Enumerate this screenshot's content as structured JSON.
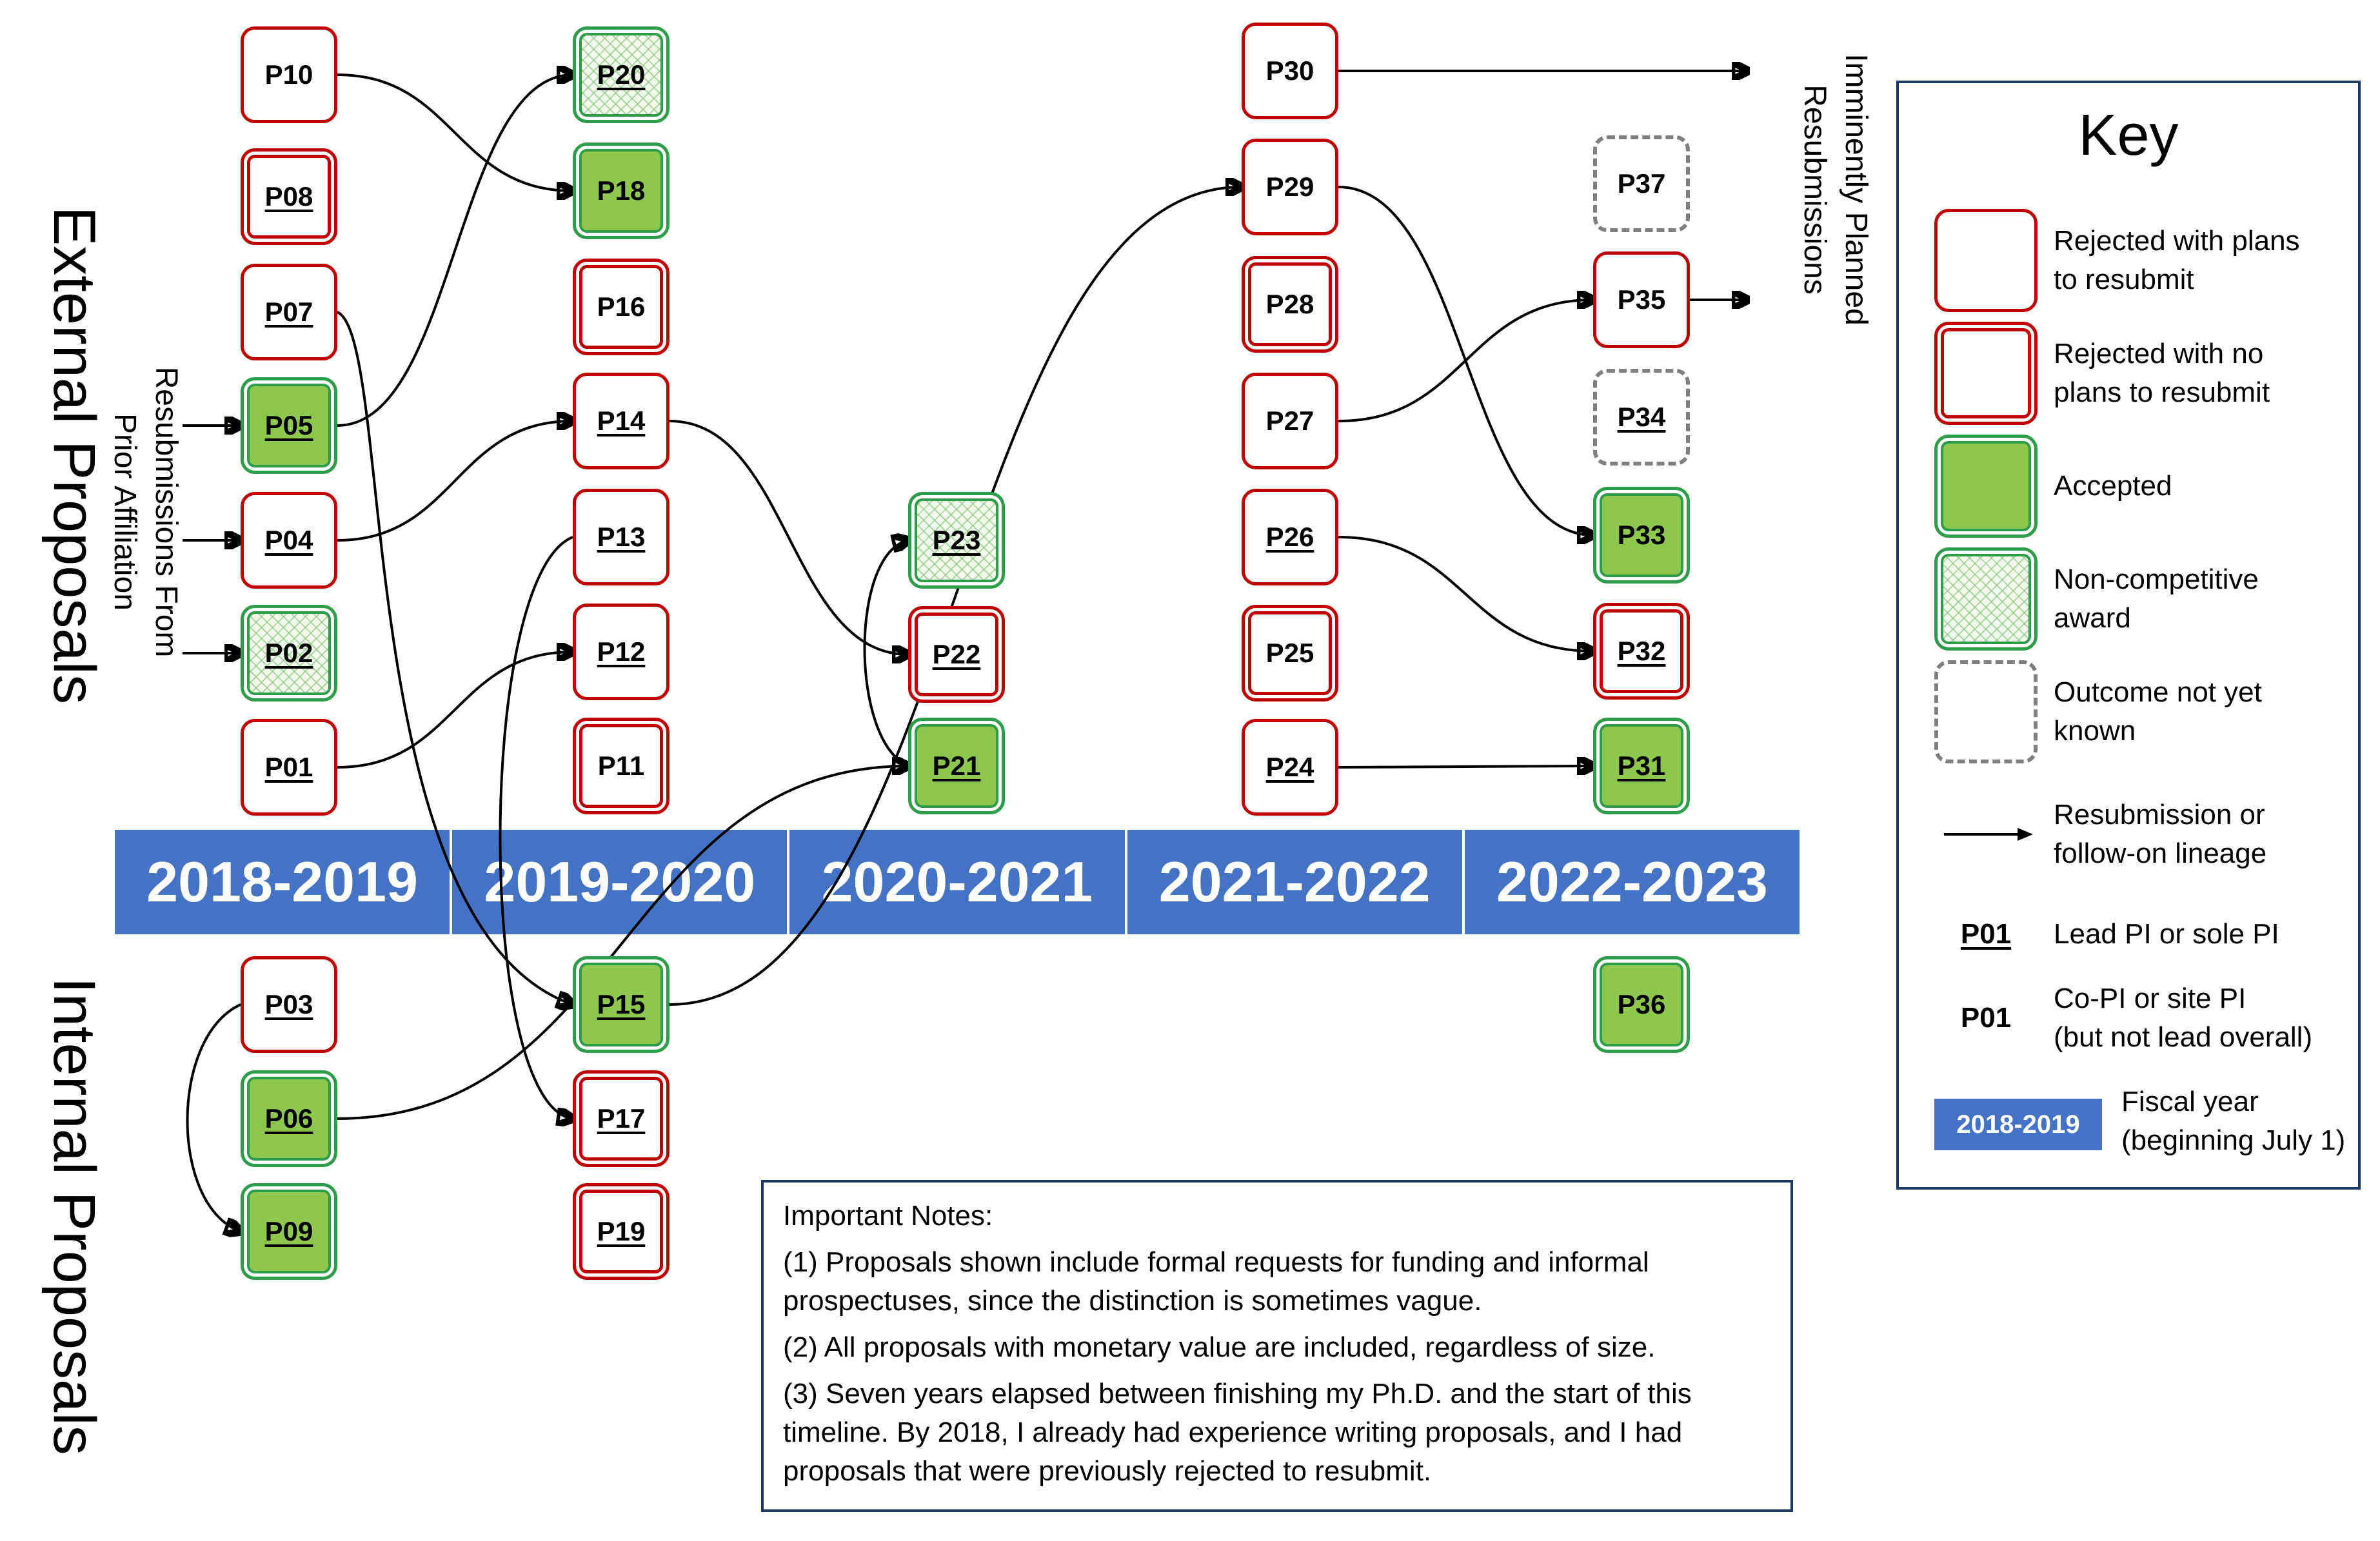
{
  "labels": {
    "external": "External Proposals",
    "internal": "Internal Proposals",
    "resubmissions_prior": "Resubmissions From\nPrior Affiliation",
    "imminent": "Imminently Planned\nResubmissions"
  },
  "years": [
    "2018-2019",
    "2019-2020",
    "2020-2021",
    "2021-2022",
    "2022-2023"
  ],
  "proposals": {
    "P01": {
      "label": "P01",
      "status": "rejected-plan",
      "lead": true
    },
    "P02": {
      "label": "P02",
      "status": "noncompetitive",
      "lead": true
    },
    "P03": {
      "label": "P03",
      "status": "rejected-plan",
      "lead": true
    },
    "P04": {
      "label": "P04",
      "status": "rejected-plan",
      "lead": true
    },
    "P05": {
      "label": "P05",
      "status": "accepted",
      "lead": true
    },
    "P06": {
      "label": "P06",
      "status": "accepted",
      "lead": true
    },
    "P07": {
      "label": "P07",
      "status": "rejected-plan",
      "lead": true
    },
    "P08": {
      "label": "P08",
      "status": "rejected-noplan",
      "lead": true
    },
    "P09": {
      "label": "P09",
      "status": "accepted",
      "lead": true
    },
    "P10": {
      "label": "P10",
      "status": "rejected-plan",
      "lead": false
    },
    "P11": {
      "label": "P11",
      "status": "rejected-noplan",
      "lead": false
    },
    "P12": {
      "label": "P12",
      "status": "rejected-plan",
      "lead": true
    },
    "P13": {
      "label": "P13",
      "status": "rejected-plan",
      "lead": true
    },
    "P14": {
      "label": "P14",
      "status": "rejected-plan",
      "lead": true
    },
    "P15": {
      "label": "P15",
      "status": "accepted",
      "lead": true
    },
    "P16": {
      "label": "P16",
      "status": "rejected-noplan",
      "lead": false
    },
    "P17": {
      "label": "P17",
      "status": "rejected-noplan",
      "lead": true
    },
    "P18": {
      "label": "P18",
      "status": "accepted",
      "lead": false
    },
    "P19": {
      "label": "P19",
      "status": "rejected-noplan",
      "lead": true
    },
    "P20": {
      "label": "P20",
      "status": "noncompetitive",
      "lead": true
    },
    "P21": {
      "label": "P21",
      "status": "accepted",
      "lead": true
    },
    "P22": {
      "label": "P22",
      "status": "rejected-noplan",
      "lead": true
    },
    "P23": {
      "label": "P23",
      "status": "noncompetitive",
      "lead": true
    },
    "P24": {
      "label": "P24",
      "status": "rejected-plan",
      "lead": true
    },
    "P25": {
      "label": "P25",
      "status": "rejected-noplan",
      "lead": false
    },
    "P26": {
      "label": "P26",
      "status": "rejected-plan",
      "lead": true
    },
    "P27": {
      "label": "P27",
      "status": "rejected-plan",
      "lead": false
    },
    "P28": {
      "label": "P28",
      "status": "rejected-noplan",
      "lead": false
    },
    "P29": {
      "label": "P29",
      "status": "rejected-plan",
      "lead": false
    },
    "P30": {
      "label": "P30",
      "status": "rejected-plan",
      "lead": false
    },
    "P31": {
      "label": "P31",
      "status": "accepted",
      "lead": true
    },
    "P32": {
      "label": "P32",
      "status": "rejected-noplan",
      "lead": true
    },
    "P33": {
      "label": "P33",
      "status": "accepted",
      "lead": false
    },
    "P34": {
      "label": "P34",
      "status": "unknown",
      "lead": true
    },
    "P35": {
      "label": "P35",
      "status": "rejected-plan",
      "lead": false
    },
    "P36": {
      "label": "P36",
      "status": "accepted",
      "lead": false
    },
    "P37": {
      "label": "P37",
      "status": "unknown",
      "lead": false
    }
  },
  "notes": {
    "heading": "Important Notes:",
    "n1": "(1) Proposals shown include formal requests for funding and informal prospectuses, since the distinction is sometimes vague.",
    "n2": "(2) All proposals with monetary value are included, regardless of size.",
    "n3": "(3) Seven years elapsed between finishing my Ph.D. and the start of this timeline. By 2018, I already had experience writing proposals, and I had proposals that were previously rejected to resubmit."
  },
  "key": {
    "title": "Key",
    "rejected_plan": "Rejected with plans\nto resubmit",
    "rejected_noplan": "Rejected with no\nplans to resubmit",
    "accepted": "Accepted",
    "noncompetitive": "Non-competitive\naward",
    "unknown": "Outcome not yet\nknown",
    "lineage": "Resubmission or\nfollow-on lineage",
    "lead_sample": "P01",
    "lead": "Lead PI or sole PI",
    "copi_sample": "P01",
    "copi": "Co-PI or site PI\n(but not lead overall)",
    "fy_sample": "2018-2019",
    "fy": "Fiscal year\n(beginning July 1)"
  },
  "colors": {
    "timeline": "#4472c4",
    "rejected": "#c00000",
    "accepted_fill": "#8dc74d",
    "accepted_border": "#2e9d4a",
    "unknown_border": "#7f7f7f",
    "frame": "#203864"
  }
}
